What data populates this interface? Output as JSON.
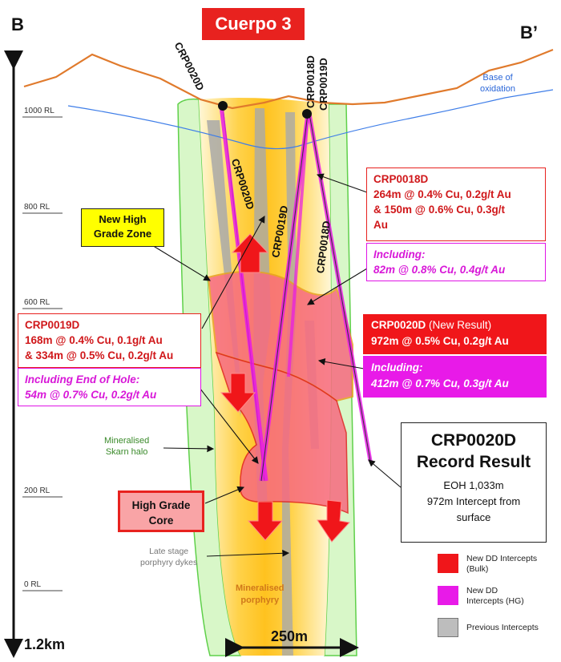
{
  "corners": {
    "left": "B",
    "right": "B’"
  },
  "title": "Cuerpo 3",
  "scale": {
    "vertical": "1.2km",
    "horizontal": "250m"
  },
  "rl_labels": [
    "1000 RL",
    "800 RL",
    "600 RL",
    "200 RL",
    "0 RL"
  ],
  "annotations": {
    "base_of_oxidation": [
      "Base of",
      "oxidation"
    ],
    "skarn_halo": [
      "Mineralised",
      "Skarn halo"
    ],
    "late_stage": [
      "Late stage",
      "porphyry dykes"
    ],
    "mineralised_porphyry": [
      "Mineralised",
      "porphyry"
    ]
  },
  "holes": {
    "crp0020d_top": "CRP0020D",
    "crp0018d_top": "CRP0018D",
    "crp0019d_top": "CRP0019D",
    "crp0020d_mid": "CRP0020D",
    "crp0019d_mid": "CRP0019D",
    "crp0018d_mid": "CRP0018D"
  },
  "new_high_grade_zone": [
    "New High",
    "Grade Zone"
  ],
  "high_grade_core": [
    "High Grade",
    "Core"
  ],
  "crp0018d_box": {
    "lines": [
      "CRP0018D",
      "264m @ 0.4% Cu, 0.2g/t Au",
      "& 150m @ 0.6% Cu, 0.3g/t",
      "Au"
    ],
    "including": [
      "Including:",
      "82m @ 0.8% Cu, 0.4g/t Au"
    ]
  },
  "crp0019d_box": {
    "lines": [
      "CRP0019D",
      "168m @ 0.4% Cu, 0.1g/t Au",
      "& 334m @ 0.5% Cu, 0.2g/t Au"
    ],
    "including": [
      "Including End of Hole:",
      "54m @ 0.7% Cu, 0.2g/t Au"
    ]
  },
  "crp0020d_box": {
    "title": "CRP0020D",
    "title_note": " (New Result)",
    "line": "972m @ 0.5% Cu, 0.2g/t Au",
    "including": [
      "Including:",
      "412m @ 0.7% Cu, 0.3g/t Au"
    ]
  },
  "record_box": {
    "heading": [
      "CRP0020D",
      "Record Result"
    ],
    "lines": [
      "EOH 1,033m",
      "972m Intercept from",
      "surface"
    ]
  },
  "legend": [
    {
      "label": [
        "New DD Intercepts",
        "(Bulk)"
      ],
      "color": "#f0161a"
    },
    {
      "label": [
        "New DD",
        "Intercepts (HG)"
      ],
      "color": "#e81ae8"
    },
    {
      "label": [
        "Previous Intercepts"
      ],
      "color": "#bdbdbd"
    }
  ]
}
